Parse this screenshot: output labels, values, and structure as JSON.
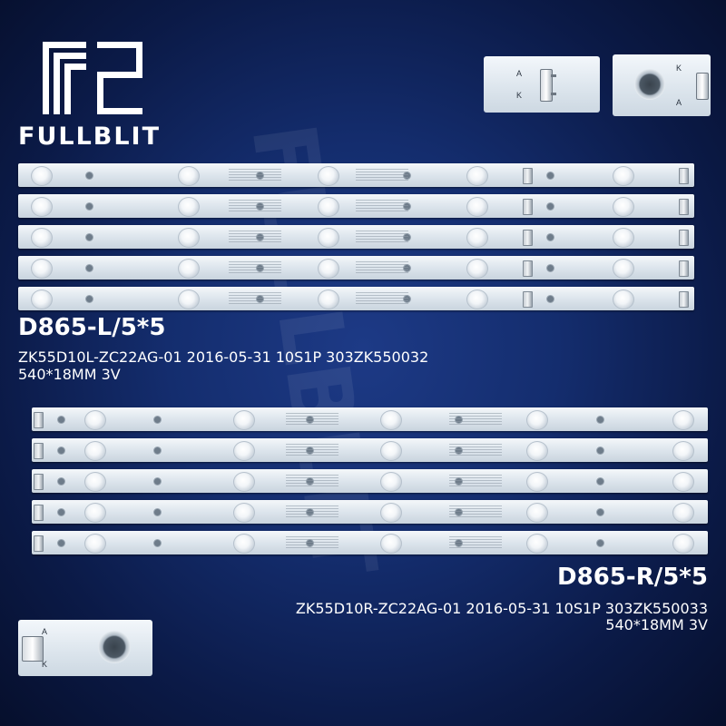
{
  "brand": {
    "name": "FULLBLIT",
    "watermark": "FULLBLIT"
  },
  "colors": {
    "background": "#142d6e",
    "pcb": "#e1e8ef",
    "text": "#ffffff"
  },
  "group_left": {
    "code": "D865-L/5*5",
    "spec_line1": "ZK55D10L-ZC22AG-01 2016-05-31 10S1P 303ZK550032",
    "spec_line2": "540*18MM 3V",
    "strip_count": 5,
    "leds_per_strip": 5
  },
  "group_right": {
    "code": "D865-R/5*5",
    "spec_line1": "ZK55D10R-ZC22AG-01 2016-05-31 10S1P 303ZK550033",
    "spec_line2": "540*18MM 3V",
    "strip_count": 5,
    "leds_per_strip": 5
  },
  "closeups": {
    "top_left_letters": [
      "A",
      "K"
    ],
    "top_right_letters": [
      "K",
      "A"
    ],
    "bottom_letters": [
      "A",
      "K"
    ]
  }
}
